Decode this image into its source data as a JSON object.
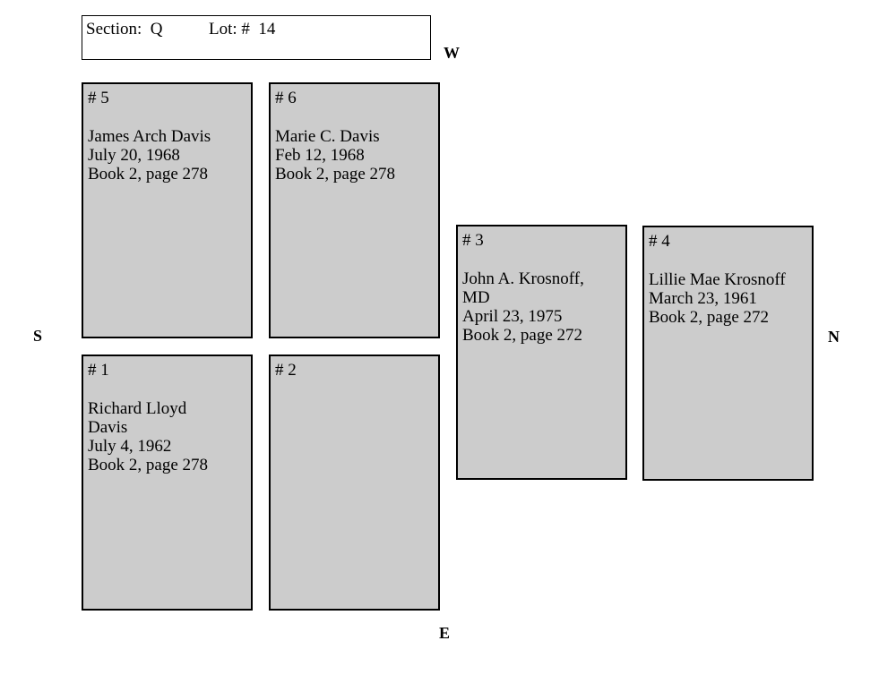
{
  "header": {
    "section": "Section:  Q",
    "lot": "Lot: #  14"
  },
  "compass": {
    "west": "W",
    "south": "S",
    "north": "N",
    "east": "E"
  },
  "plots": {
    "p5": {
      "number": "# 5",
      "lines": [
        "James Arch Davis",
        "July 20, 1968",
        "Book 2, page 278"
      ]
    },
    "p6": {
      "number": "# 6",
      "lines": [
        "Marie C. Davis",
        "Feb 12, 1968",
        "Book 2, page 278"
      ]
    },
    "p1": {
      "number": "# 1",
      "lines": [
        "Richard Lloyd",
        "Davis",
        "July 4, 1962",
        "Book 2, page 278"
      ]
    },
    "p2": {
      "number": "# 2",
      "lines": []
    },
    "p3": {
      "number": "# 3",
      "lines": [
        "John A. Krosnoff,",
        "MD",
        "April 23, 1975",
        "Book 2, page 272"
      ]
    },
    "p4": {
      "number": "# 4",
      "lines": [
        "Lillie Mae Krosnoff",
        "March 23, 1961",
        "Book 2, page 272"
      ]
    }
  }
}
